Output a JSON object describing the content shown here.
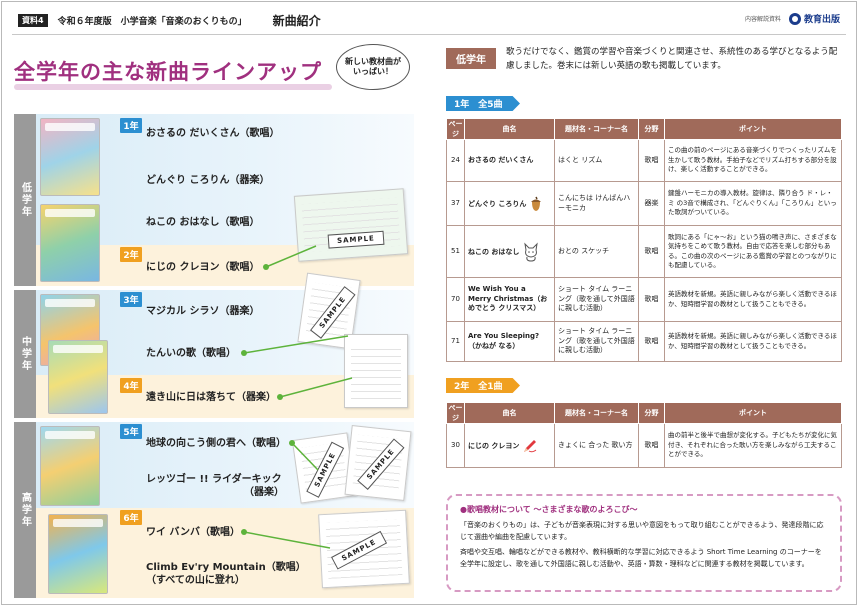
{
  "header": {
    "doc_tag": "資料4",
    "subtitle": "令和６年度版　小学音楽「音楽のおくりもの」",
    "title": "新曲紹介",
    "note": "内容解説資料",
    "publisher": "教育出版"
  },
  "left": {
    "main_title": "全学年の主な新曲ラインアップ",
    "bubble": "新しい教材曲がいっぱい！",
    "bands": {
      "low": "低学年",
      "mid": "中学年",
      "high": "高学年"
    },
    "grades": [
      {
        "label": "1年",
        "songs": [
          "おさるの だいくさん（歌唱）",
          "どんぐり ころりん（器楽）",
          "ねこの おはなし（歌唱）"
        ]
      },
      {
        "label": "2年",
        "songs": [
          "にじの クレヨン（歌唱）"
        ]
      },
      {
        "label": "3年",
        "songs": [
          "マジカル シラソ（器楽）",
          "たんいの歌（歌唱）"
        ]
      },
      {
        "label": "4年",
        "songs": [
          "遠き山に日は落ちて（器楽）"
        ]
      },
      {
        "label": "5年",
        "songs": [
          "地球の向こう側の君へ（歌唱）",
          "レッツゴー !! ライダーキック",
          "（器楽）"
        ]
      },
      {
        "label": "6年",
        "songs": [
          "ワイ バンバ（歌唱）",
          "Climb Ev'ry Mountain（歌唱）",
          "（すべての山に登れ）"
        ]
      }
    ],
    "sample_label": "SAMPLE"
  },
  "right": {
    "level_tag": "低学年",
    "intro": "歌うだけでなく、鑑賞の学習や音楽づくりと関連させ、系統性のある学びとなるよう配慮しました。巻末には新しい英語の歌も掲載しています。",
    "table_headers": [
      "ページ",
      "曲名",
      "題材名・コーナー名",
      "分野",
      "ポイント"
    ],
    "grade1": {
      "heading": "1年　全5曲",
      "rows": [
        {
          "page": "24",
          "title": "おさるの だいくさん",
          "unit": "はくと リズム",
          "field": "歌唱",
          "point": "この曲の前のページにある音楽づくりでつくったリズムを生かして歌う教材。手拍子などでリズム打ちする部分を設け、楽しく活動することができる。",
          "icon": ""
        },
        {
          "page": "37",
          "title": "どんぐり ころりん",
          "unit": "こんにちは けんばんハーモニカ",
          "field": "器楽",
          "point": "鍵盤ハーモニカの導入教材。旋律は、隣り合う ド・レ・ミ の3音で構成され、「どんぐりくん」「ころりん」といった歌詞がついている。",
          "icon": "acorn-icon"
        },
        {
          "page": "51",
          "title": "ねこの おはなし",
          "unit": "おとの スケッチ",
          "field": "歌唱",
          "point": "歌詞にある「にゃ～お」という猫の鳴き声に、さまざまな気持ちをこめて歌う教材。自由で応答を楽しむ部分もある。この曲の次のページにある鑑賞の学習とのつながりにも配慮している。",
          "icon": "cat-icon"
        },
        {
          "page": "70",
          "title": "We Wish You a Merry Christmas（おめでとう クリスマス）",
          "unit": "ショート タイム ラーニング（歌を通して外国語に親しむ活動）",
          "field": "歌唱",
          "point": "英語教材を新規。英語に親しみながら楽しく活動できるほか、短時間学習の教材として扱うこともできる。",
          "icon": ""
        },
        {
          "page": "71",
          "title": "Are You Sleeping?（かねが なる）",
          "unit": "ショート タイム ラーニング（歌を通して外国語に親しむ活動）",
          "field": "歌唱",
          "point": "英語教材を新規。英語に親しみながら楽しく活動できるほか、短時間学習の教材として扱うこともできる。",
          "icon": ""
        }
      ]
    },
    "grade2": {
      "heading": "2年　全1曲",
      "rows": [
        {
          "page": "30",
          "title": "にじの クレヨン",
          "unit": "きょくに 合った 歌い方",
          "field": "歌唱",
          "point": "曲の前半と後半で曲想が変化する。子どもたちが変化に気付き、それぞれに合った歌い方を楽しみながら工夫することができる。",
          "icon": "crayon-icon"
        }
      ]
    },
    "notes": {
      "title": "●歌唱教材について ～さまざまな歌のよろこび～",
      "p1": "「音楽のおくりもの」は、子どもが音楽表現に対する思いや意図をもって取り組むことができるよう、発達段階に応じて選曲や編曲を配慮しています。",
      "p2": "斉唱や交互唱、輪唱などができる教材や、教科横断的な学習に対応できるよう Short Time Learning のコーナーを全学年に設定し、歌を通して外国語に親しむ活動や、英語・算数・理科などに関連する教材を掲載しています。"
    }
  }
}
